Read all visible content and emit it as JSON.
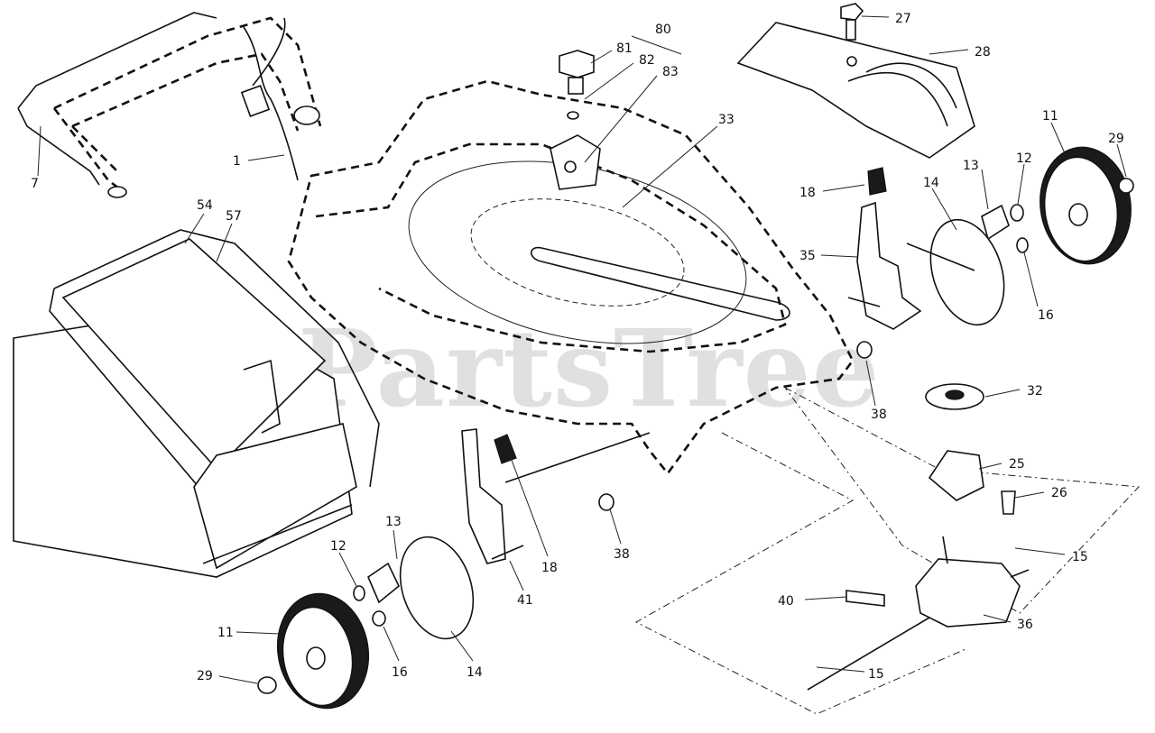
{
  "watermark": "PartsTree",
  "labels": [
    {
      "id": "1",
      "text": "1"
    },
    {
      "id": "7",
      "text": "7"
    },
    {
      "id": "54",
      "text": "54"
    },
    {
      "id": "57",
      "text": "57"
    },
    {
      "id": "80",
      "text": "80"
    },
    {
      "id": "81",
      "text": "81"
    },
    {
      "id": "82",
      "text": "82"
    },
    {
      "id": "83",
      "text": "83"
    },
    {
      "id": "33",
      "text": "33"
    },
    {
      "id": "27",
      "text": "27"
    },
    {
      "id": "28",
      "text": "28"
    },
    {
      "id": "11a",
      "text": "11"
    },
    {
      "id": "29a",
      "text": "29"
    },
    {
      "id": "13a",
      "text": "13"
    },
    {
      "id": "12a",
      "text": "12"
    },
    {
      "id": "14a",
      "text": "14"
    },
    {
      "id": "18a",
      "text": "18"
    },
    {
      "id": "35",
      "text": "35"
    },
    {
      "id": "16a",
      "text": "16"
    },
    {
      "id": "38a",
      "text": "38"
    },
    {
      "id": "32",
      "text": "32"
    },
    {
      "id": "25",
      "text": "25"
    },
    {
      "id": "26",
      "text": "26"
    },
    {
      "id": "15a",
      "text": "15"
    },
    {
      "id": "40",
      "text": "40"
    },
    {
      "id": "36",
      "text": "36"
    },
    {
      "id": "15b",
      "text": "15"
    },
    {
      "id": "13b",
      "text": "13"
    },
    {
      "id": "12b",
      "text": "12"
    },
    {
      "id": "18b",
      "text": "18"
    },
    {
      "id": "38b",
      "text": "38"
    },
    {
      "id": "41",
      "text": "41"
    },
    {
      "id": "11b",
      "text": "11"
    },
    {
      "id": "29b",
      "text": "29"
    },
    {
      "id": "16b",
      "text": "16"
    },
    {
      "id": "14b",
      "text": "14"
    }
  ]
}
